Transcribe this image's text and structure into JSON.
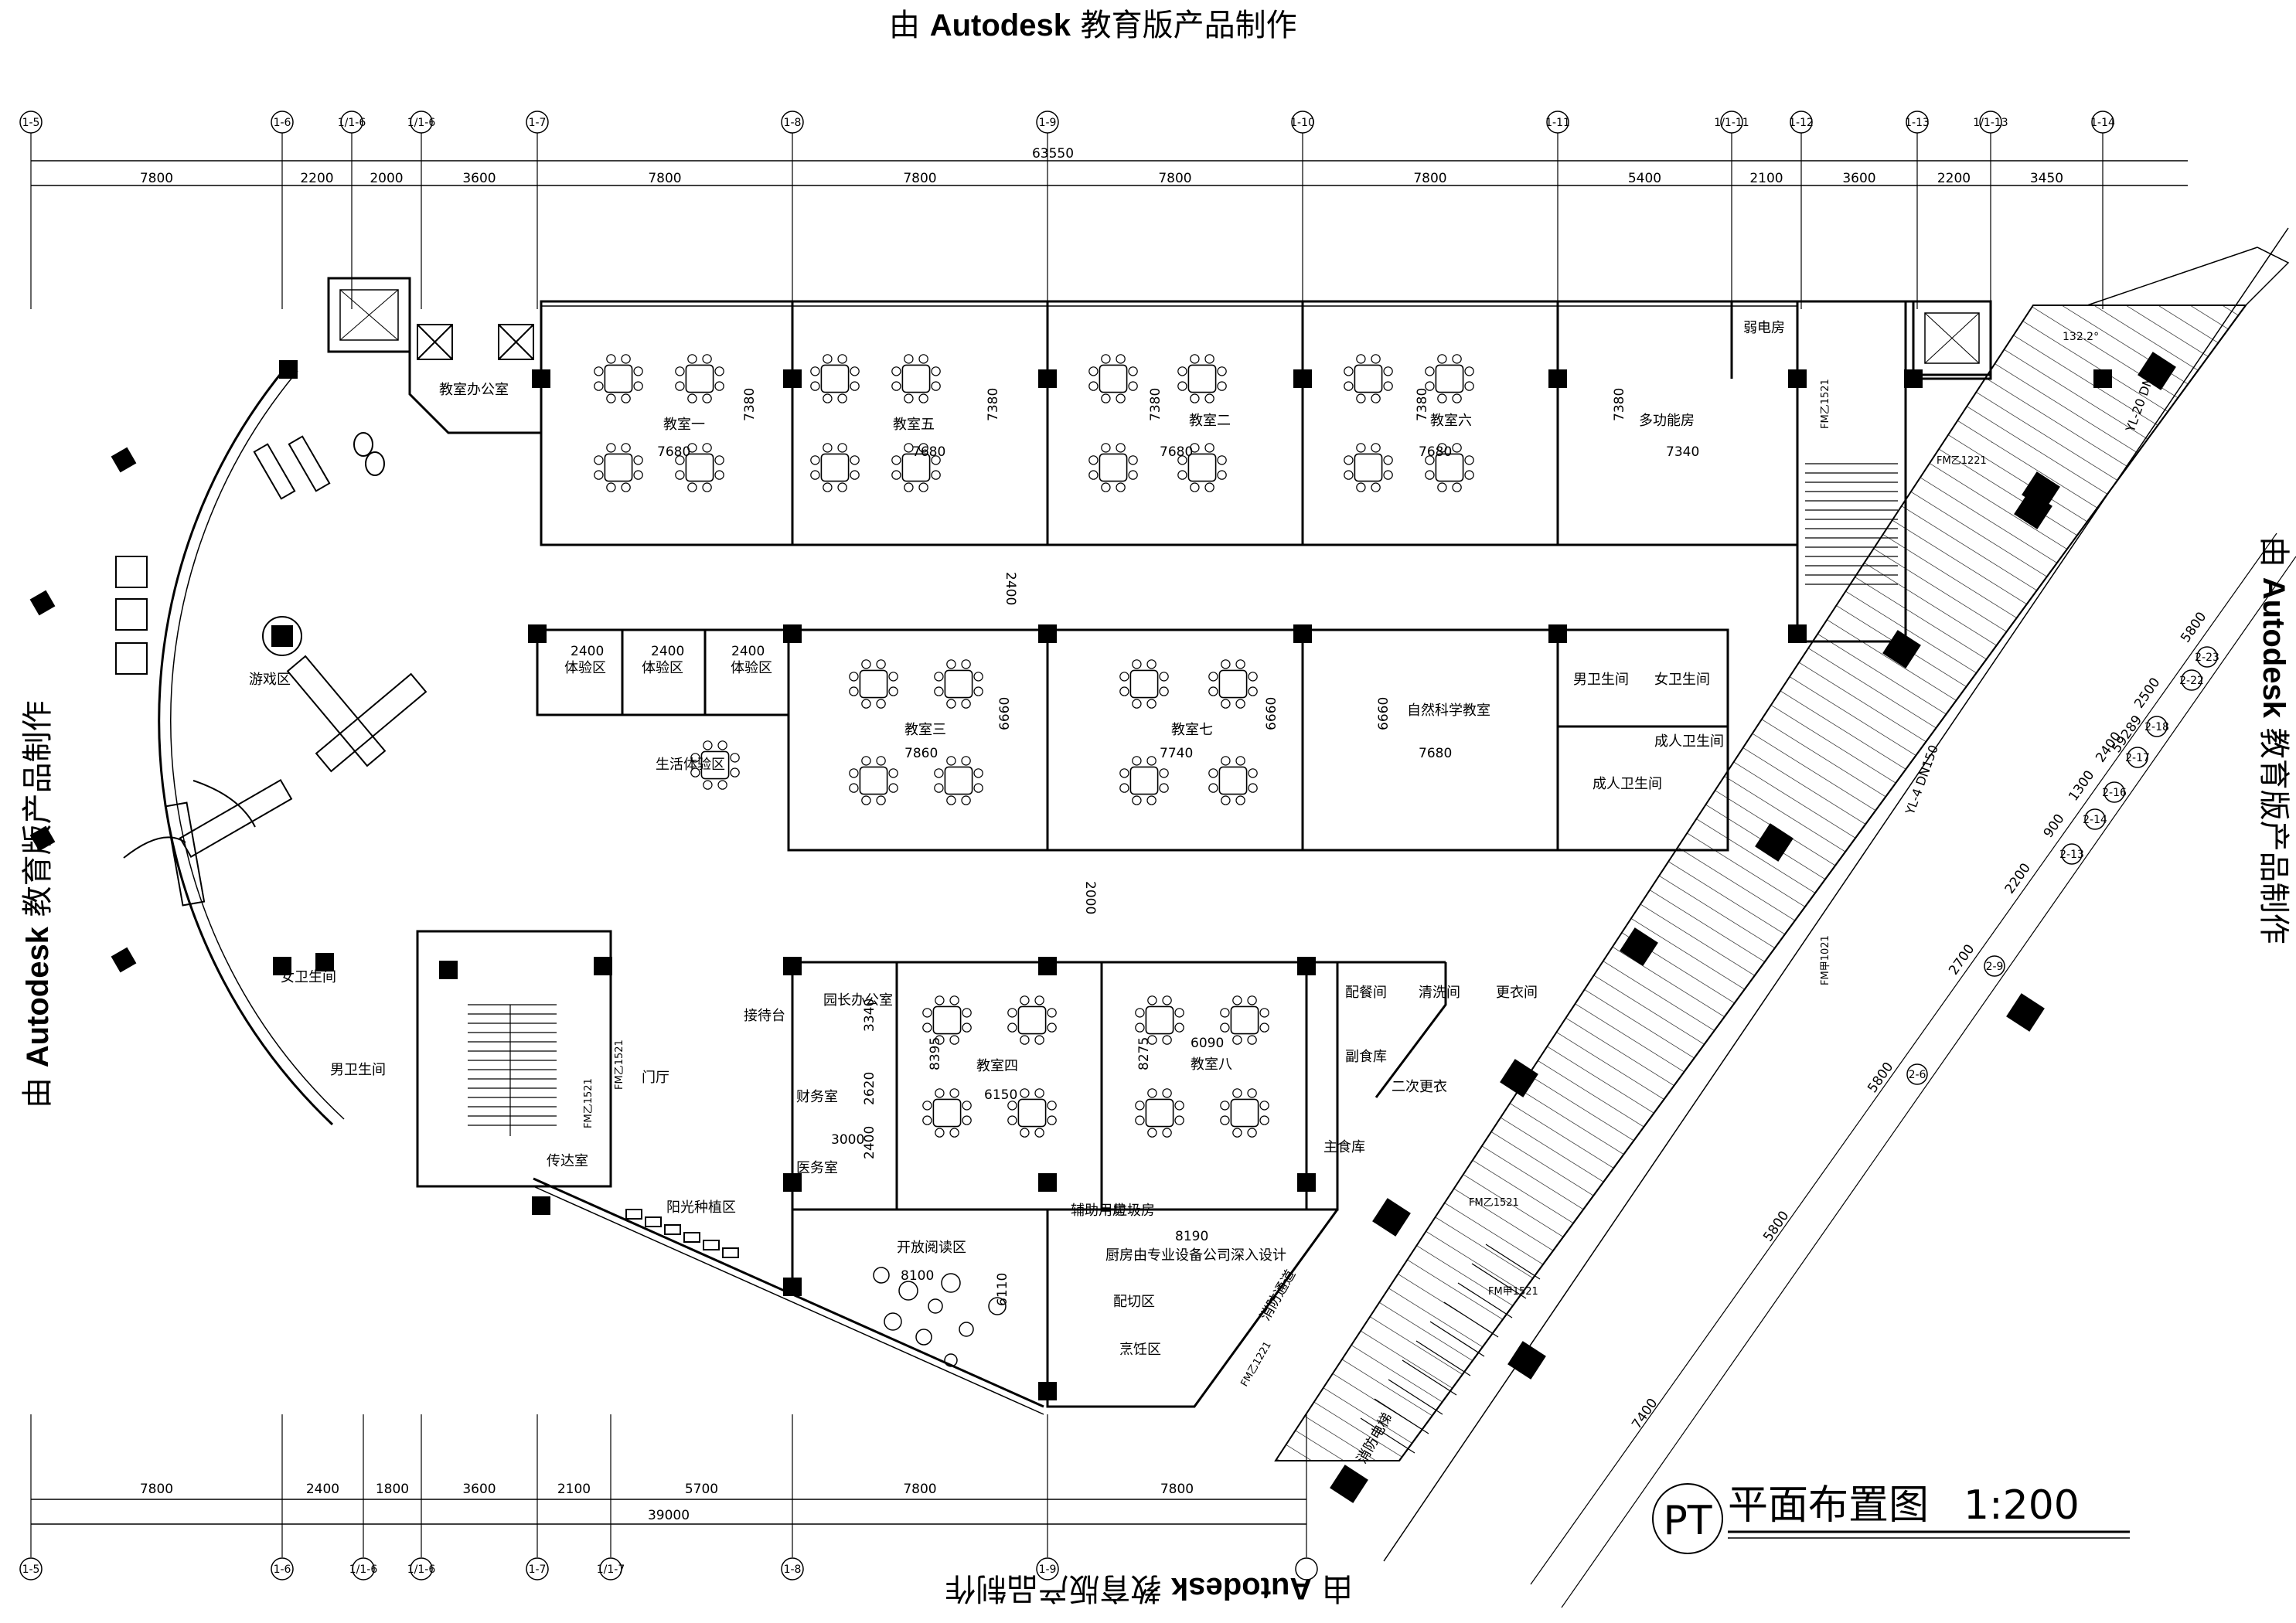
{
  "watermark": {
    "prefix": "由 ",
    "brand": "Autodesk",
    "suffix": " 教育版产品制作"
  },
  "title": {
    "symbol": "PT",
    "text": "平面布置图",
    "scale": "1:200"
  },
  "top_dims": {
    "total": "63550",
    "segments": [
      "7800",
      "2200",
      "2000",
      "3600",
      "7800",
      "7800",
      "7800",
      "7800",
      "5400",
      "2100",
      "3600",
      "2200",
      "3450"
    ]
  },
  "bottom_dims": {
    "total": "39000",
    "segments": [
      "7800",
      "2400",
      "1800",
      "3600",
      "2100",
      "5700",
      "7800",
      "7800"
    ]
  },
  "top_axes": [
    "1-5",
    "1-6",
    "1/1-6",
    "1/1-6",
    "1-7",
    "1-8",
    "1-9",
    "1-10",
    "1-11",
    "1/1-11",
    "1-12",
    "1-13",
    "1/1-13",
    "1-14"
  ],
  "bottom_axes": [
    "1-5",
    "1-6",
    "1/1-6",
    "1/1-6",
    "1-7",
    "1/1-7",
    "1-8",
    "1-9"
  ],
  "right_axes": [
    "2-23",
    "2-22",
    "2-18",
    "2-17",
    "2-16",
    "2-14",
    "2-13",
    "2-9",
    "2-6"
  ],
  "right_dims": {
    "total": "59289",
    "segments": [
      "5800",
      "2500",
      "2400",
      "1300",
      "900",
      "2200",
      "2700",
      "5800",
      "5800",
      "7400"
    ]
  },
  "pipes": [
    "YL-20 DN100",
    "YL-4 DN150"
  ],
  "angle": "132.2°",
  "rooms": {
    "classroom1": "教室一",
    "classroom5": "教室五",
    "classroom2": "教室二",
    "classroom6": "教室六",
    "multi": "多功能房",
    "power": "弱电房",
    "classroom3": "教室三",
    "classroom7": "教室七",
    "science": "自然科学教室",
    "male_wc": "男卫生间",
    "female_wc": "女卫生间",
    "adult_wc": "成人卫生间",
    "adult_wc2": "成人卫生间",
    "exp1": "体验区",
    "exp2": "体验区",
    "exp3": "体验区",
    "life": "生活体验区",
    "office": "教室办公室",
    "play": "游戏区",
    "female_wc2": "女卫生间",
    "male_wc2": "男卫生间",
    "principal": "园长办公室",
    "finance": "财务室",
    "clinic": "医务室",
    "classroom4": "教室四",
    "classroom8": "教室八",
    "dining": "配餐间",
    "wash": "清洗间",
    "change": "更衣间",
    "sub_store": "副食库",
    "second_change": "二次更衣",
    "main_store": "主食库",
    "lobby": "门厅",
    "reception": "接待台",
    "duty": "传达室",
    "sun": "阳光种植区",
    "reading": "开放阅读区",
    "trash": "垃圾房",
    "cut": "配切区",
    "cook": "烹饪区",
    "kitchen_note": "厨房由专业设备公司深入设计",
    "aux": "辅助用房",
    "evac": "消防通道",
    "fire_lift": "消防电梯"
  },
  "room_dims": {
    "c1_w": "7680",
    "c1_h": "7380",
    "c5_w": "7680",
    "c5_h": "7380",
    "c2_w": "7680",
    "c2_h": "7380",
    "c6_w": "7680",
    "c6_h": "7380",
    "multi_w": "7340",
    "multi_h": "7380",
    "corridor": "2400",
    "exp_w1": "2400",
    "exp_w2": "2400",
    "exp_w3": "2400",
    "c3_w": "7860",
    "c3_h": "6660",
    "c7_w": "7740",
    "c7_h": "6660",
    "sci_w": "7680",
    "sci_h": "6660",
    "corridor2": "2000",
    "c4_w": "6150",
    "c4_h": "8395",
    "c8_w": "6090",
    "c8_h": "8275",
    "off1": "3340",
    "off2": "2620",
    "off3": "2400",
    "off4": "3000",
    "kitchen_w": "8190",
    "read_w": "8100",
    "kitchen_h": "6110"
  },
  "doors": {
    "d1": "FM乙1521",
    "d2": "FM乙1221",
    "d3": "FM甲1021",
    "d4": "FM乙1521",
    "d5": "FM乙1521",
    "d6": "FM乙1521",
    "d7": "FM甲1521",
    "d8": "FM乙1221"
  }
}
